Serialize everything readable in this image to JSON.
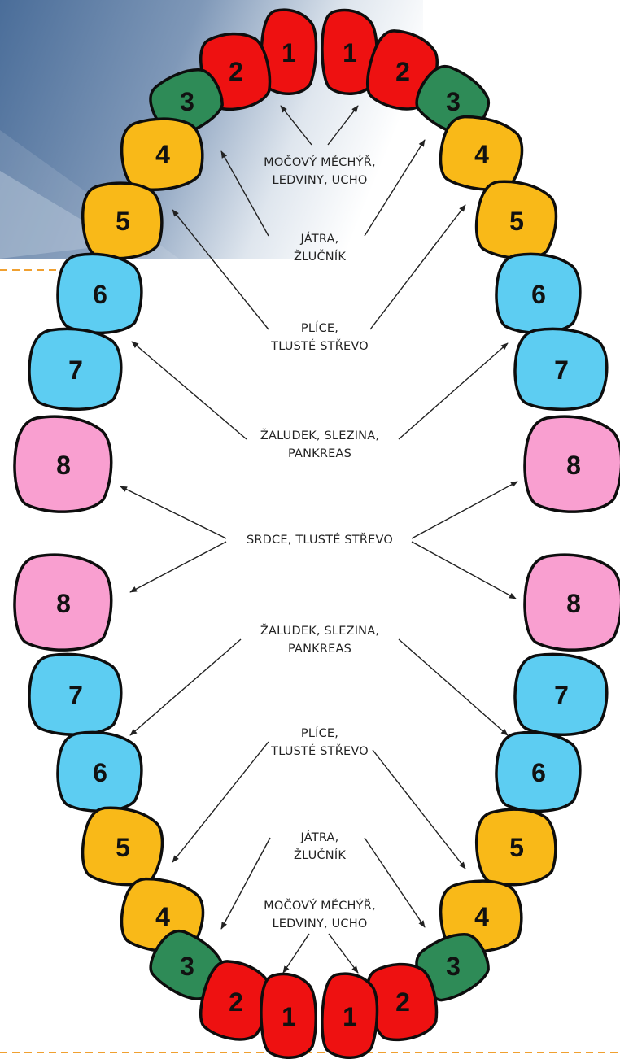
{
  "colors": {
    "incisor": "#ee1111",
    "lateral_incisor": "#ee1111",
    "canine": "#2e8b57",
    "premolar": "#f9b918",
    "molar": "#5dcdf2",
    "wisdom": "#f99fd0",
    "outline": "#0d0d0d",
    "arrow": "#222222",
    "dash": "#f0a030"
  },
  "teeth": {
    "upper": [
      {
        "number": "1",
        "group": "incisor",
        "icon": "tooth-icon"
      },
      {
        "number": "1",
        "group": "incisor",
        "icon": "tooth-icon"
      },
      {
        "number": "2",
        "group": "lateral_incisor",
        "icon": "tooth-icon"
      },
      {
        "number": "2",
        "group": "lateral_incisor",
        "icon": "tooth-icon"
      },
      {
        "number": "3",
        "group": "canine",
        "icon": "tooth-icon"
      },
      {
        "number": "3",
        "group": "canine",
        "icon": "tooth-icon"
      },
      {
        "number": "4",
        "group": "premolar",
        "icon": "tooth-icon"
      },
      {
        "number": "4",
        "group": "premolar",
        "icon": "tooth-icon"
      },
      {
        "number": "5",
        "group": "premolar",
        "icon": "tooth-icon"
      },
      {
        "number": "5",
        "group": "premolar",
        "icon": "tooth-icon"
      },
      {
        "number": "6",
        "group": "molar",
        "icon": "tooth-icon"
      },
      {
        "number": "6",
        "group": "molar",
        "icon": "tooth-icon"
      },
      {
        "number": "7",
        "group": "molar",
        "icon": "tooth-icon"
      },
      {
        "number": "7",
        "group": "molar",
        "icon": "tooth-icon"
      },
      {
        "number": "8",
        "group": "wisdom",
        "icon": "tooth-icon"
      },
      {
        "number": "8",
        "group": "wisdom",
        "icon": "tooth-icon"
      }
    ],
    "lower": [
      {
        "number": "8",
        "group": "wisdom",
        "icon": "tooth-icon"
      },
      {
        "number": "8",
        "group": "wisdom",
        "icon": "tooth-icon"
      },
      {
        "number": "7",
        "group": "molar",
        "icon": "tooth-icon"
      },
      {
        "number": "7",
        "group": "molar",
        "icon": "tooth-icon"
      },
      {
        "number": "6",
        "group": "molar",
        "icon": "tooth-icon"
      },
      {
        "number": "6",
        "group": "molar",
        "icon": "tooth-icon"
      },
      {
        "number": "5",
        "group": "premolar",
        "icon": "tooth-icon"
      },
      {
        "number": "5",
        "group": "premolar",
        "icon": "tooth-icon"
      },
      {
        "number": "4",
        "group": "premolar",
        "icon": "tooth-icon"
      },
      {
        "number": "4",
        "group": "premolar",
        "icon": "tooth-icon"
      },
      {
        "number": "3",
        "group": "canine",
        "icon": "tooth-icon"
      },
      {
        "number": "3",
        "group": "canine",
        "icon": "tooth-icon"
      },
      {
        "number": "2",
        "group": "lateral_incisor",
        "icon": "tooth-icon"
      },
      {
        "number": "2",
        "group": "lateral_incisor",
        "icon": "tooth-icon"
      },
      {
        "number": "1",
        "group": "incisor",
        "icon": "tooth-icon"
      },
      {
        "number": "1",
        "group": "incisor",
        "icon": "tooth-icon"
      }
    ]
  },
  "labels": {
    "upper_1": [
      "MOČOVÝ MĚCHÝŘ,",
      "LEDVINY, UCHO"
    ],
    "upper_2": [
      "JÁTRA,",
      "ŽLUČNÍK"
    ],
    "upper_3": [
      "PLÍCE,",
      "TLUSTÉ STŘEVO"
    ],
    "upper_4": [
      "ŽALUDEK, SLEZINA,",
      "PANKREAS"
    ],
    "middle": [
      "SRDCE, TLUSTÉ STŘEVO"
    ],
    "lower_4": [
      "ŽALUDEK, SLEZINA,",
      "PANKREAS"
    ],
    "lower_3": [
      "PLÍCE,",
      "TLUSTÉ STŘEVO"
    ],
    "lower_2": [
      "JÁTRA,",
      "ŽLUČNÍK"
    ],
    "lower_1": [
      "MOČOVÝ MĚCHÝŘ,",
      "LEDVINY, UCHO"
    ]
  }
}
